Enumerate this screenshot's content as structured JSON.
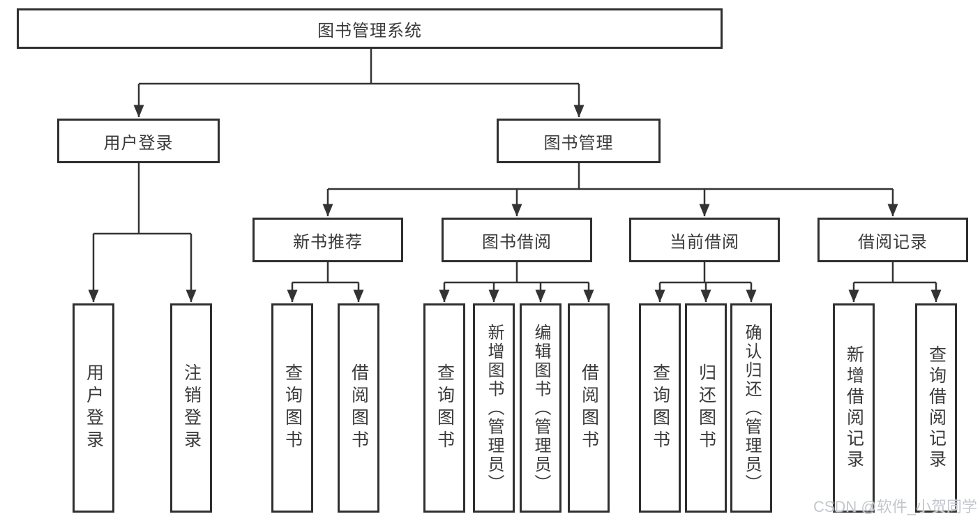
{
  "diagram": {
    "root": {
      "label": "图书管理系统",
      "children": [
        {
          "label": "用户登录",
          "children": [
            {
              "label": "用户登录"
            },
            {
              "label": "注销登录"
            }
          ]
        },
        {
          "label": "图书管理",
          "children": [
            {
              "label": "新书推荐",
              "children": [
                {
                  "label": "查询图书"
                },
                {
                  "label": "借阅图书"
                }
              ]
            },
            {
              "label": "图书借阅",
              "children": [
                {
                  "label": "查询图书"
                },
                {
                  "label": "新增图书（管理员）"
                },
                {
                  "label": "编辑图书（管理员）"
                },
                {
                  "label": "借阅图书"
                }
              ]
            },
            {
              "label": "当前借阅",
              "children": [
                {
                  "label": "查询图书"
                },
                {
                  "label": "归还图书"
                },
                {
                  "label": "确认归还（管理员）"
                }
              ]
            },
            {
              "label": "借阅记录",
              "children": [
                {
                  "label": "新增借阅记录"
                },
                {
                  "label": "查询借阅记录"
                }
              ]
            }
          ]
        }
      ]
    }
  },
  "watermark": {
    "text": "CSDN @软件_小贺同学"
  },
  "colors": {
    "line": "#333333",
    "box_border": "#2f2f2f",
    "text": "#3a3a3a",
    "background": "#ffffff",
    "watermark": "#c3c7cd"
  }
}
